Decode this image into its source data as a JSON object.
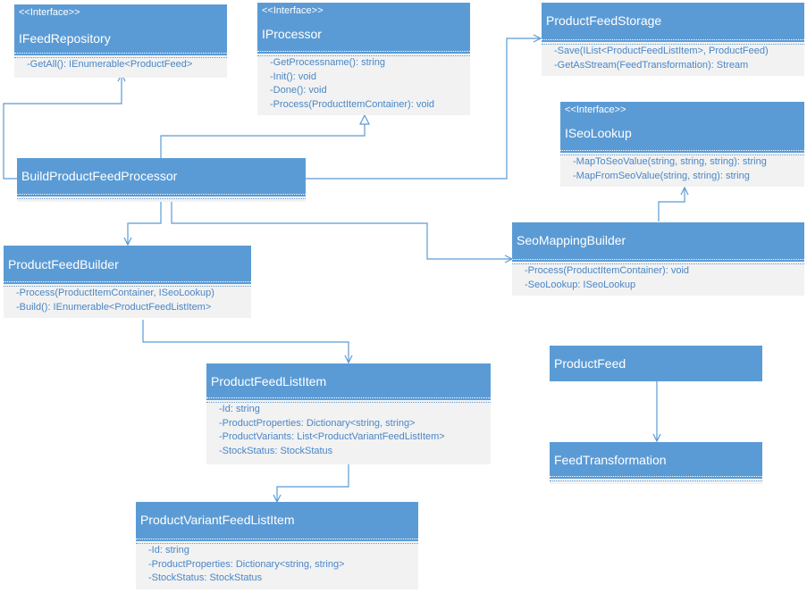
{
  "classes": {
    "ifeed_repository": {
      "stereotype": "<<Interface>>",
      "name": "IFeedRepository",
      "members": [
        "-GetAll(): IEnumerable<ProductFeed>"
      ]
    },
    "iprocessor": {
      "stereotype": "<<Interface>>",
      "name": "IProcessor",
      "members": [
        "-GetProcessname(): string",
        "-Init(): void",
        "-Done(): void",
        "-Process(ProductItemContainer): void"
      ]
    },
    "product_feed_storage": {
      "name": "ProductFeedStorage",
      "members": [
        "-Save(IList<ProductFeedListItem>, ProductFeed)",
        "-GetAsStream(FeedTransformation): Stream"
      ]
    },
    "iseo_lookup": {
      "stereotype": "<<Interface>>",
      "name": "ISeoLookup",
      "members": [
        "-MapToSeoValue(string, string, string): string",
        "-MapFromSeoValue(string, string): string"
      ]
    },
    "build_product_feed_processor": {
      "name": "BuildProductFeedProcessor"
    },
    "product_feed_builder": {
      "name": "ProductFeedBuilder",
      "members": [
        "-Process(ProductItemContainer, ISeoLookup)",
        "-Build(): IEnumerable<ProductFeedListItem>"
      ]
    },
    "seo_mapping_builder": {
      "name": "SeoMappingBuilder",
      "members": [
        "-Process(ProductItemContainer): void",
        "-SeoLookup: ISeoLookup"
      ]
    },
    "product_feed_list_item": {
      "name": "ProductFeedListItem",
      "members": [
        "-Id: string",
        "-ProductProperties: Dictionary<string, string>",
        "-ProductVariants: List<ProductVariantFeedListItem>",
        "-StockStatus: StockStatus"
      ]
    },
    "product_variant_feed_list_item": {
      "name": "ProductVariantFeedListItem",
      "members": [
        "-Id: string",
        "-ProductProperties: Dictionary<string, string>",
        "-StockStatus: StockStatus"
      ]
    },
    "product_feed": {
      "name": "ProductFeed"
    },
    "feed_transformation": {
      "name": "FeedTransformation"
    }
  },
  "colors": {
    "header": "#5b9bd5",
    "body": "#f2f2f2",
    "member_text": "#4a86c5",
    "connector": "#5b9bd5"
  }
}
